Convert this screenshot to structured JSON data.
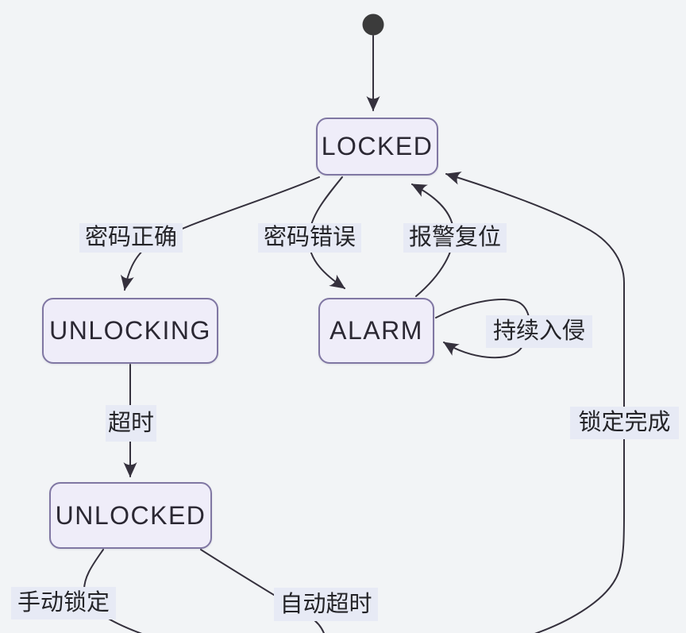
{
  "diagram": {
    "kind": "uml-state-diagram",
    "subject": "door-lock-state-machine",
    "colors": {
      "background": "#f2f4f6",
      "state_fill": "#efedf9",
      "state_border": "#8077a3",
      "label_background": "#e7eaf5",
      "line": "#35313d",
      "initial_dot": "#3b3b3b",
      "text": "#2b2833"
    },
    "initial": {
      "marker": "initial-state-dot",
      "to": "LOCKED"
    },
    "states": [
      {
        "id": "locked",
        "label": "LOCKED"
      },
      {
        "id": "unlocking",
        "label": "UNLOCKING"
      },
      {
        "id": "alarm",
        "label": "ALARM"
      },
      {
        "id": "unlocked",
        "label": "UNLOCKED"
      }
    ],
    "transitions": [
      {
        "id": "password-correct",
        "label": "密码正确",
        "from": "LOCKED",
        "to": "UNLOCKING"
      },
      {
        "id": "password-wrong",
        "label": "密码错误",
        "from": "LOCKED",
        "to": "ALARM"
      },
      {
        "id": "alarm-reset",
        "label": "报警复位",
        "from": "ALARM",
        "to": "LOCKED"
      },
      {
        "id": "continuous-intrusion",
        "label": "持续入侵",
        "from": "ALARM",
        "to": "ALARM"
      },
      {
        "id": "timeout",
        "label": "超时",
        "from": "UNLOCKING",
        "to": "UNLOCKED"
      },
      {
        "id": "manual-lock",
        "label": "手动锁定",
        "from": "UNLOCKED",
        "to": "(offscreen)"
      },
      {
        "id": "auto-timeout",
        "label": "自动超时",
        "from": "UNLOCKED",
        "to": "(offscreen)"
      },
      {
        "id": "lock-complete",
        "label": "锁定完成",
        "from": "(offscreen)",
        "to": "LOCKED"
      }
    ]
  }
}
